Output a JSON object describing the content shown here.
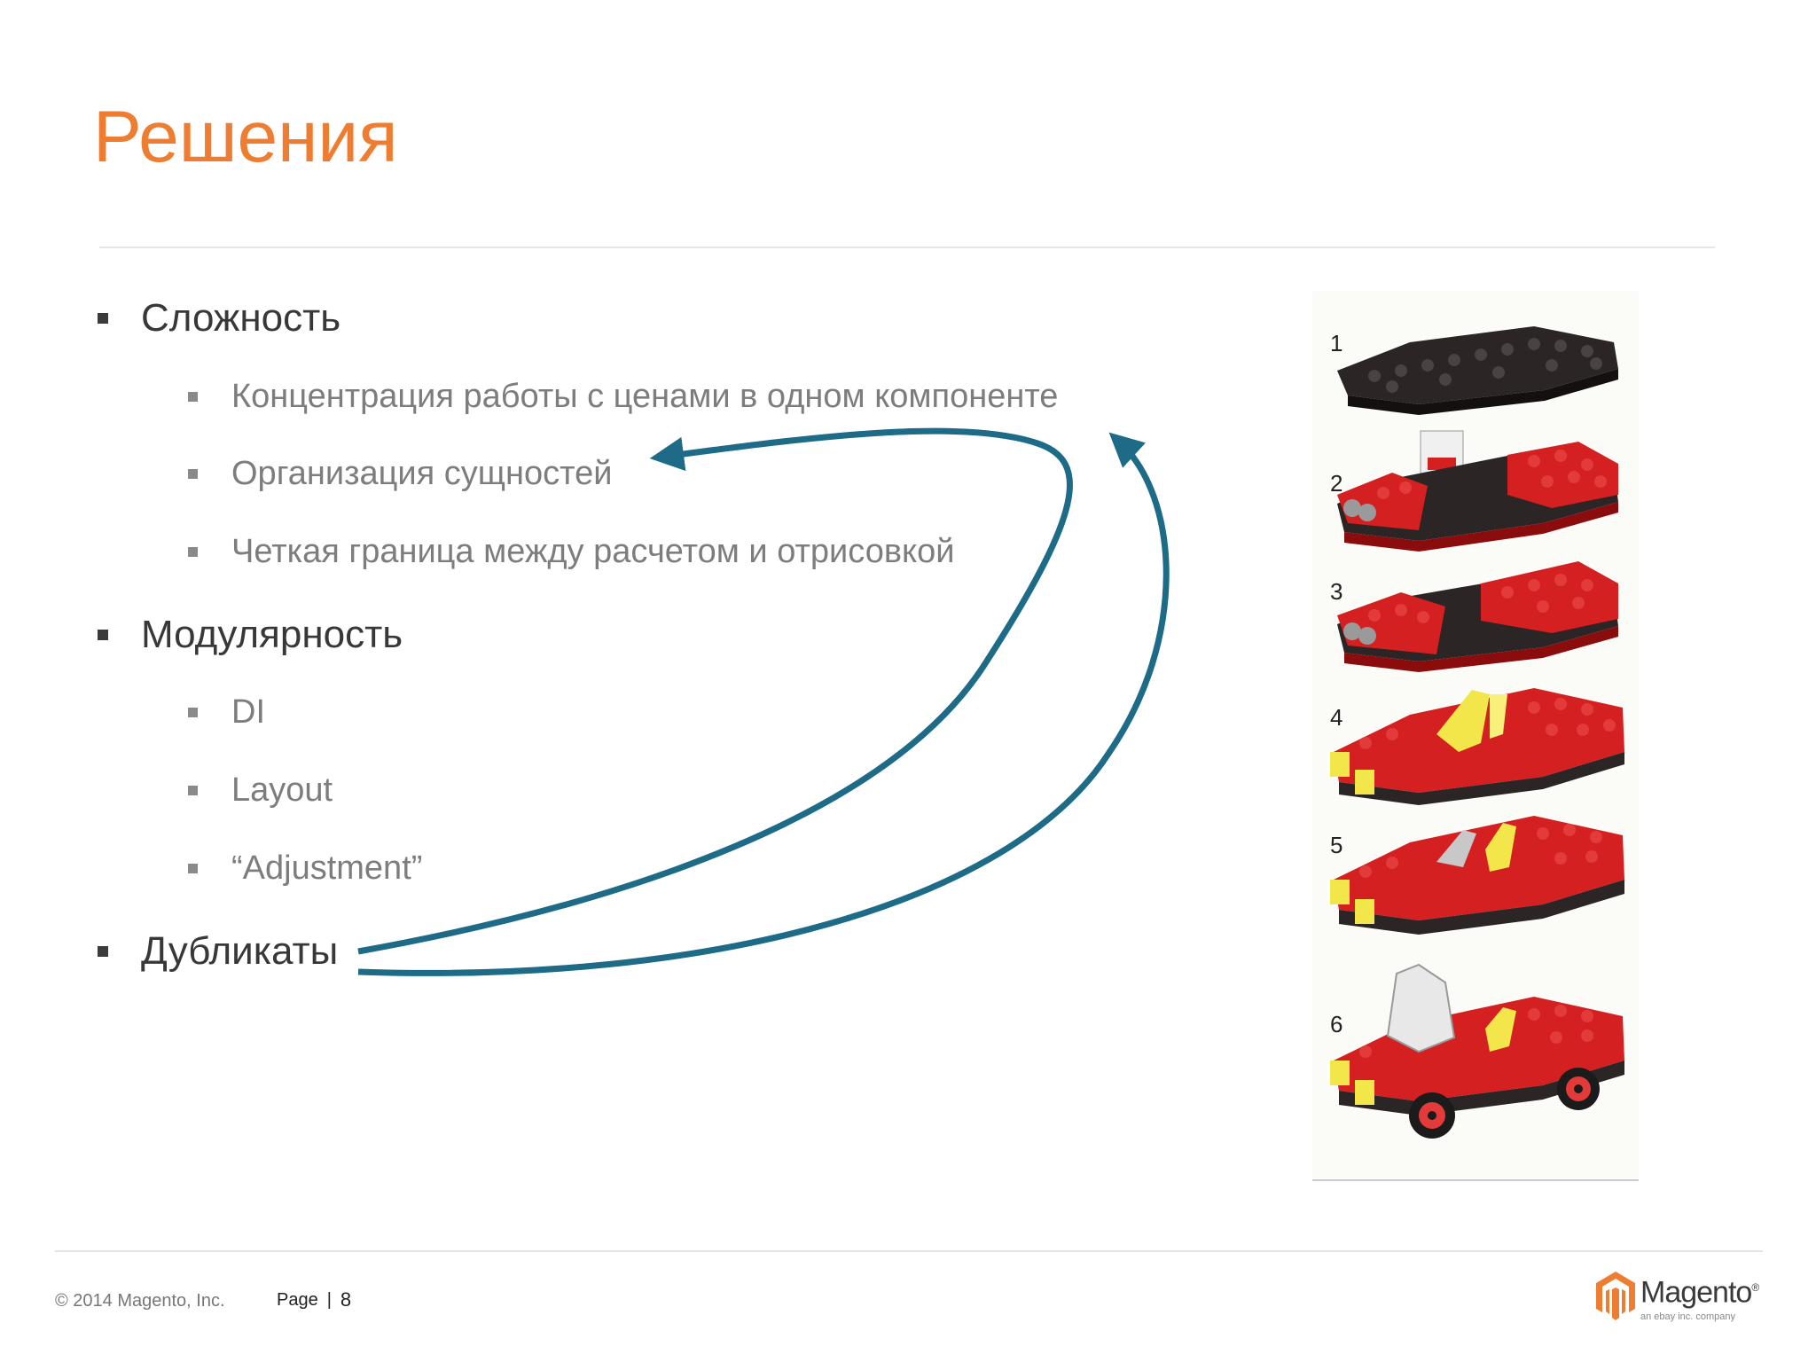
{
  "slide": {
    "title": "Решения",
    "bullets": [
      {
        "text": "Сложность",
        "level": 1
      },
      {
        "text": "Концентрация работы с ценами в одном компоненте",
        "level": 2
      },
      {
        "text": "Организация сущностей",
        "level": 2
      },
      {
        "text": "Четкая граница между расчетом и отрисовкой",
        "level": 2
      },
      {
        "text": "Модулярность",
        "level": 1
      },
      {
        "text": "DI",
        "level": 2
      },
      {
        "text": "Layout",
        "level": 2
      },
      {
        "text": "“Adjustment”",
        "level": 2
      },
      {
        "text": "Дубликаты",
        "level": 1
      }
    ],
    "arrow_color": "#1d6b87",
    "title_color": "#ef7d31"
  },
  "lego_steps": [
    "1",
    "2",
    "3",
    "4",
    "5",
    "6"
  ],
  "footer": {
    "copyright": "© 2014 Magento, Inc.",
    "page_label": "Page",
    "separator": "|",
    "page_number": "8"
  },
  "logo": {
    "word": "Magento",
    "trademark": "®",
    "subtitle": "an ebay inc. company",
    "icon": "magento-logo-icon",
    "color": "#ef7d31"
  }
}
